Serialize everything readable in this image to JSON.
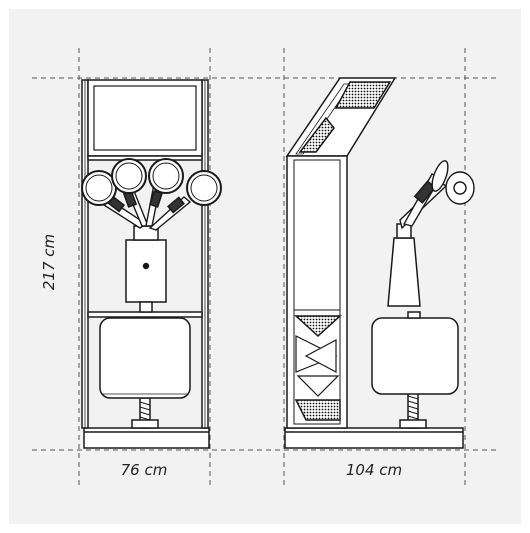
{
  "diagram": {
    "dimensions": {
      "height": "217 cm",
      "front_width": "76 cm",
      "side_depth": "104 cm"
    }
  },
  "colors": {
    "background": "#f2f2f2",
    "line": "#1a1a1a",
    "guide": "#555555"
  }
}
